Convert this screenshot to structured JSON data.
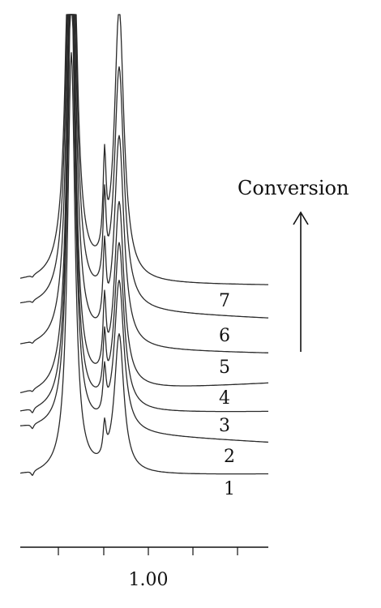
{
  "chart_data": {
    "type": "line",
    "title": "",
    "xlabel": "",
    "ylabel": "",
    "x_ticks": [
      {
        "value": 1.0,
        "label": "1.00"
      }
    ],
    "series": [
      {
        "name": "1"
      },
      {
        "name": "2"
      },
      {
        "name": "3"
      },
      {
        "name": "4"
      },
      {
        "name": "5"
      },
      {
        "name": "6"
      },
      {
        "name": "7"
      }
    ],
    "annotations": {
      "arrow_label": "Conversion"
    },
    "grid": false,
    "legend": "inline-right"
  },
  "colors": {
    "line": "#2a2a2a",
    "background": "#ffffff"
  }
}
